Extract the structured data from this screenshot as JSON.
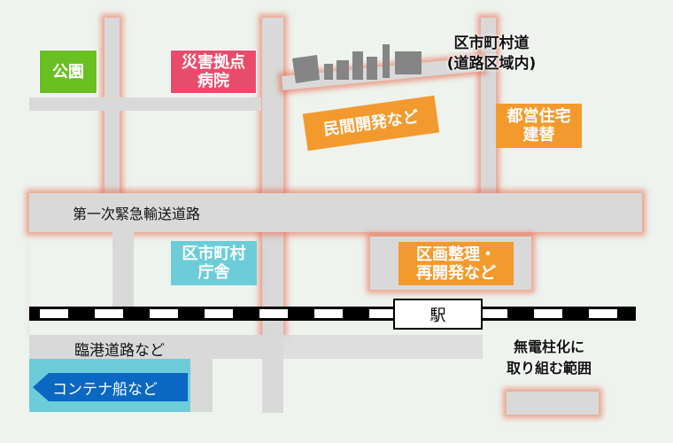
{
  "labels": {
    "park": "公園",
    "hospital_1": "災害拠点",
    "hospital_2": "病院",
    "municipal_road_1": "区市町村道",
    "municipal_road_2": "(道路区域内)",
    "private_dev": "民間開発など",
    "metro_housing_1": "都営住宅",
    "metro_housing_2": "建替",
    "emergency_road": "第一次緊急輸送道路",
    "city_hall_1": "区市町村",
    "city_hall_2": "庁舎",
    "redevelop_1": "区画整理・",
    "redevelop_2": "再開発など",
    "station": "駅",
    "port_road": "臨港道路など",
    "container": "コンテナ船など",
    "legend_1": "無電柱化に",
    "legend_2": "取り組む範囲"
  },
  "colors": {
    "park": "#6abf22",
    "hospital": "#e94c6a",
    "orange": "#f39a2e",
    "cyan": "#6ccdd9",
    "blue": "#0a67c2",
    "road": "#d9d9d9",
    "glow": "#e86046"
  }
}
